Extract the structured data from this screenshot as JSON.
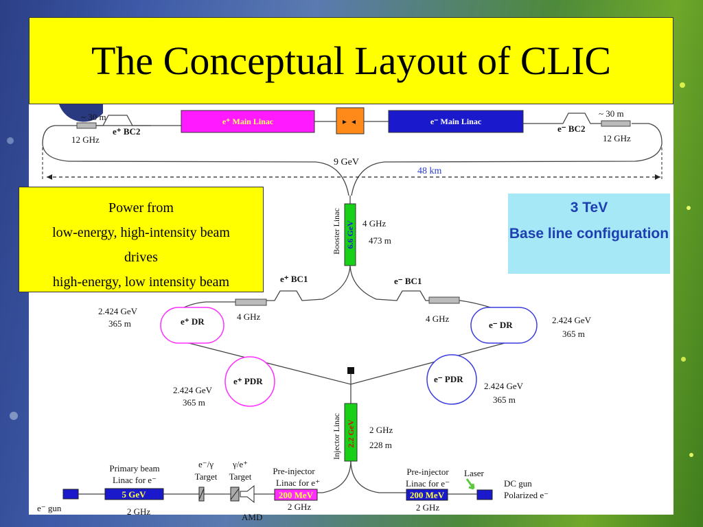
{
  "title": "The Conceptual Layout of CLIC",
  "note": {
    "line1": "Power from",
    "line2": "low-energy, high-intensity beam",
    "line3": "drives",
    "line4": "high-energy, low intensity beam"
  },
  "config": {
    "line1": "3 TeV",
    "line2": "Base line configuration"
  },
  "top": {
    "left_linac": "e⁺ Main Linac",
    "right_linac": "e⁻ Main Linac",
    "left_len": "~ 30 m",
    "right_len": "~ 30 m",
    "left_bc2": "e⁺ BC2",
    "right_bc2": "e⁻ BC2",
    "left_freq": "12 GHz",
    "right_freq": "12 GHz",
    "energy": "9 GeV",
    "distance": "48 km"
  },
  "booster": {
    "name": "Booster Linac",
    "energy": "6.6 GeV",
    "freq": "4 GHz",
    "length": "473 m"
  },
  "bc1": {
    "left": "e⁺ BC1",
    "right": "e⁻ BC1",
    "left_freq": "4 GHz",
    "right_freq": "4 GHz"
  },
  "dr": {
    "left": "e⁺ DR",
    "right": "e⁻ DR",
    "left_energy": "2.424 GeV",
    "left_len": "365 m",
    "right_energy": "2.424 GeV",
    "right_len": "365 m"
  },
  "pdr": {
    "left": "e⁺ PDR",
    "right": "e⁻ PDR",
    "left_energy": "2.424 GeV",
    "left_len": "365 m",
    "right_energy": "2.424 GeV",
    "right_len": "365 m"
  },
  "injector": {
    "name": "Injector Linac",
    "energy": "2.2 GeV",
    "freq": "2 GHz",
    "length": "228 m"
  },
  "bottom": {
    "gun_left": "e⁻ gun",
    "primary_l1": "Primary beam",
    "primary_l2": "Linac for e⁻",
    "primary_energy": "5 GeV",
    "primary_freq": "2 GHz",
    "target1_l1": "e⁻/γ",
    "target1_l2": "Target",
    "target2_l1": "γ/e⁺",
    "target2_l2": "Target",
    "amd": "AMD",
    "preinj_left_l1": "Pre-injector",
    "preinj_left_l2": "Linac for e⁺",
    "preinj_left_energy": "200 MeV",
    "preinj_left_freq": "2 GHz",
    "preinj_right_l1": "Pre-injector",
    "preinj_right_l2": "Linac for e⁻",
    "preinj_right_energy": "200 MeV",
    "preinj_right_freq": "2 GHz",
    "laser": "Laser",
    "dcgun_l1": "DC gun",
    "dcgun_l2": "Polarized e⁻"
  }
}
